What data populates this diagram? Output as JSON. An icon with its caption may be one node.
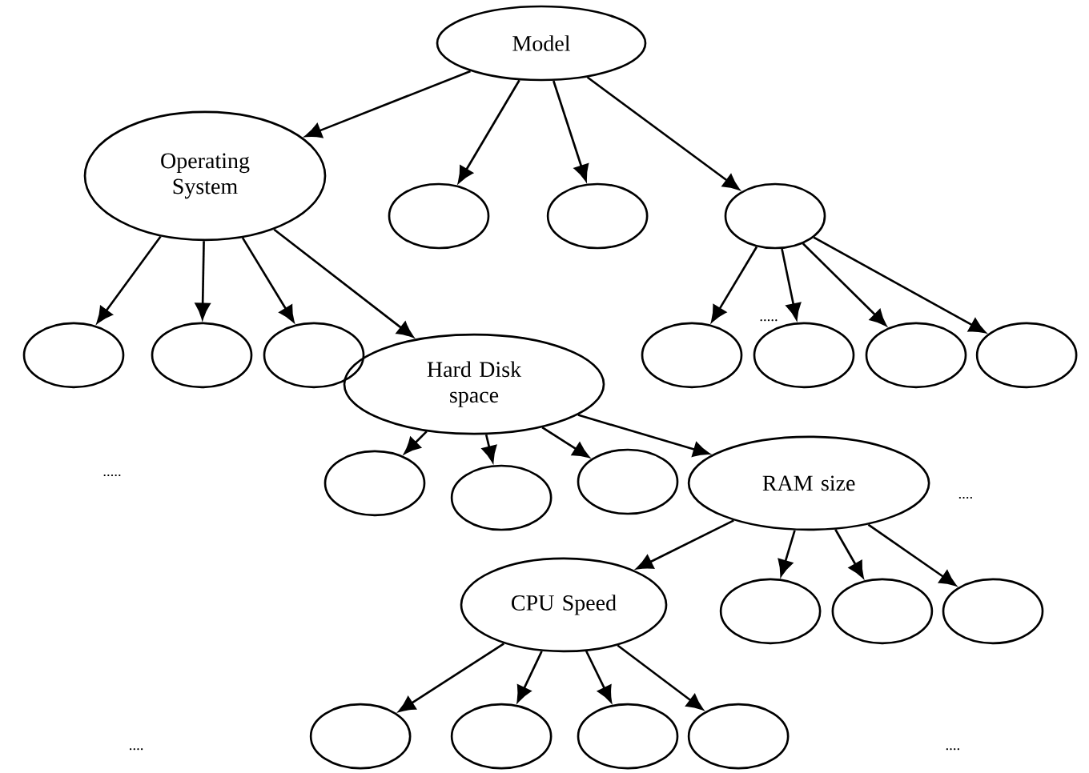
{
  "diagram": {
    "nodes": [
      {
        "text": [
          "Model"
        ]
      },
      {
        "text": [
          "Operating System"
        ]
      },
      {
        "text": [],
        "shape": "ellipse"
      },
      {
        "text": [],
        "shape": "ellipse"
      },
      {
        "text": [],
        "shape": "ellipse"
      },
      {
        "text": [],
        "shape": "ellipse"
      },
      {
        "text": [],
        "shape": "ellipse"
      },
      {
        "text": [],
        "shape": "ellipse"
      },
      {
        "text": [
          "Hard Disk space"
        ]
      },
      {
        "text": [],
        "shape": "ellipse"
      },
      {
        "text": [],
        "shape": "ellipse"
      },
      {
        "text": [],
        "shape": "ellipse"
      },
      {
        "text": [],
        "shape": "ellipse"
      },
      {
        "text": [],
        "shape": "ellipse"
      },
      {
        "text": [],
        "shape": "ellipse"
      },
      {
        "text": [],
        "shape": "ellipse"
      },
      {
        "text": [
          "RAM size"
        ]
      },
      {
        "text": [
          "CPU Speed"
        ]
      },
      {
        "text": [],
        "shape": "ellipse"
      },
      {
        "text": [],
        "shape": "ellipse"
      },
      {
        "text": [],
        "shape": "ellipse"
      },
      {
        "text": [],
        "shape": "ellipse"
      },
      {
        "text": [],
        "shape": "ellipse"
      },
      {
        "text": [],
        "shape": "ellipse"
      },
      {
        "text": [],
        "shape": "ellipse"
      }
    ],
    "edges": [
      {
        "from": 0,
        "to": 1,
        "arrow": "to"
      },
      {
        "from": 0,
        "to": 2,
        "arrow": "to"
      },
      {
        "from": 0,
        "to": 3,
        "arrow": "to"
      },
      {
        "from": 0,
        "to": 4,
        "arrow": "to"
      },
      {
        "from": 1,
        "to": 5,
        "arrow": "to"
      },
      {
        "from": 1,
        "to": 6,
        "arrow": "to"
      },
      {
        "from": 1,
        "to": 7,
        "arrow": "to"
      },
      {
        "from": 1,
        "to": 8,
        "arrow": "to"
      },
      {
        "from": 4,
        "to": 9,
        "arrow": "to"
      },
      {
        "from": 4,
        "to": 10,
        "arrow": "to"
      },
      {
        "from": 4,
        "to": 11,
        "arrow": "to"
      },
      {
        "from": 4,
        "to": 12,
        "arrow": "to"
      },
      {
        "from": 8,
        "to": 13,
        "arrow": "to"
      },
      {
        "from": 8,
        "to": 14,
        "arrow": "to"
      },
      {
        "from": 8,
        "to": 15,
        "arrow": "to"
      },
      {
        "from": 8,
        "to": 16,
        "arrow": "to"
      },
      {
        "from": 16,
        "to": 17,
        "arrow": "to"
      },
      {
        "from": 16,
        "to": 18,
        "arrow": "to"
      },
      {
        "from": 16,
        "to": 19,
        "arrow": "to"
      },
      {
        "from": 16,
        "to": 20,
        "arrow": "to"
      },
      {
        "from": 17,
        "to": 21,
        "arrow": "to"
      },
      {
        "from": 17,
        "to": 22,
        "arrow": "to"
      },
      {
        "from": 17,
        "to": 23,
        "arrow": "to"
      },
      {
        "from": 17,
        "to": 24,
        "arrow": "to"
      }
    ],
    "labels": [
      ".....",
      ".....",
      "....",
      "....",
      "...."
    ]
  }
}
